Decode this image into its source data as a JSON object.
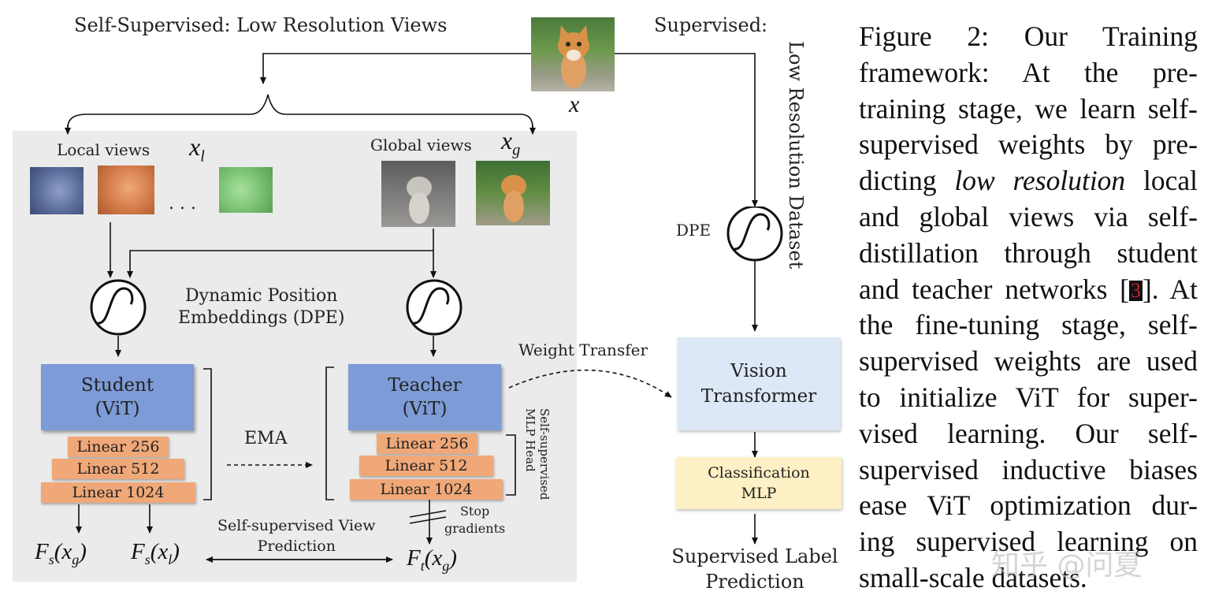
{
  "titles": {
    "self_supervised": "Self-Supervised: Low Resolution Views",
    "supervised": "Supervised:",
    "dataset_vertical": "Low Resolution Dataset"
  },
  "symbols": {
    "x": "x",
    "x_local": "x",
    "x_local_sub": "l",
    "x_global": "x",
    "x_global_sub": "g"
  },
  "views": {
    "local_label": "Local views",
    "global_label": "Global views",
    "ellipsis": ". . ."
  },
  "dpe": {
    "caption_line1": "Dynamic Position",
    "caption_line2": "Embeddings (DPE)",
    "right_label": "DPE"
  },
  "student": {
    "line1": "Student",
    "line2": "(ViT)",
    "linears": [
      "Linear 256",
      "Linear 512",
      "Linear 1024"
    ]
  },
  "teacher": {
    "line1": "Teacher",
    "line2": "(ViT)",
    "linears": [
      "Linear 256",
      "Linear 512",
      "Linear 1024"
    ]
  },
  "ema_label": "EMA",
  "mlp_head_label_line1": "Self-supervised",
  "mlp_head_label_line2": "MLP Head",
  "stop_gradients_line1": "Stop",
  "stop_gradients_line2": "gradients",
  "view_prediction_line1": "Self-supervised View",
  "view_prediction_line2": "Prediction",
  "outputs": {
    "fs": "F",
    "fs_sub": "s",
    "fs_xg_arg": "(x",
    "fs_xg_sub": "g",
    "fs_xl_sub": "l",
    "ft": "F",
    "ft_sub": "t",
    "close": ")"
  },
  "weight_transfer": "Weight Transfer",
  "vision_transformer": {
    "line1": "Vision",
    "line2": "Transformer"
  },
  "classification_mlp": {
    "line1": "Classification",
    "line2": "MLP"
  },
  "supervised_prediction": {
    "line1": "Supervised Label",
    "line2": "Prediction"
  },
  "caption": {
    "lines": [
      "Figure 2: Our Training",
      "framework: At the pre-",
      "training stage, we learn self-",
      "supervised weights by pre-",
      "dicting |low resolution| local",
      "and global views via self-",
      "distillation through student",
      "and teacher networks [",
      "the fine-tuning stage, self-",
      "supervised weights are used",
      "to initialize ViT for super-",
      "vised learning. Our self-",
      "supervised inductive biases",
      "ease ViT optimization dur-",
      "ing supervised learning on",
      "small-scale datasets."
    ],
    "ref_number": "3",
    "ref_tail": "]. At"
  },
  "watermark": "知乎 @问夏",
  "colors": {
    "panel": "#ebebeb",
    "vit_box": "#7d9bd6",
    "linear_box": "#f0a878",
    "vision_transformer_box": "#dde8f6",
    "classification_box": "#fdf0c4"
  }
}
